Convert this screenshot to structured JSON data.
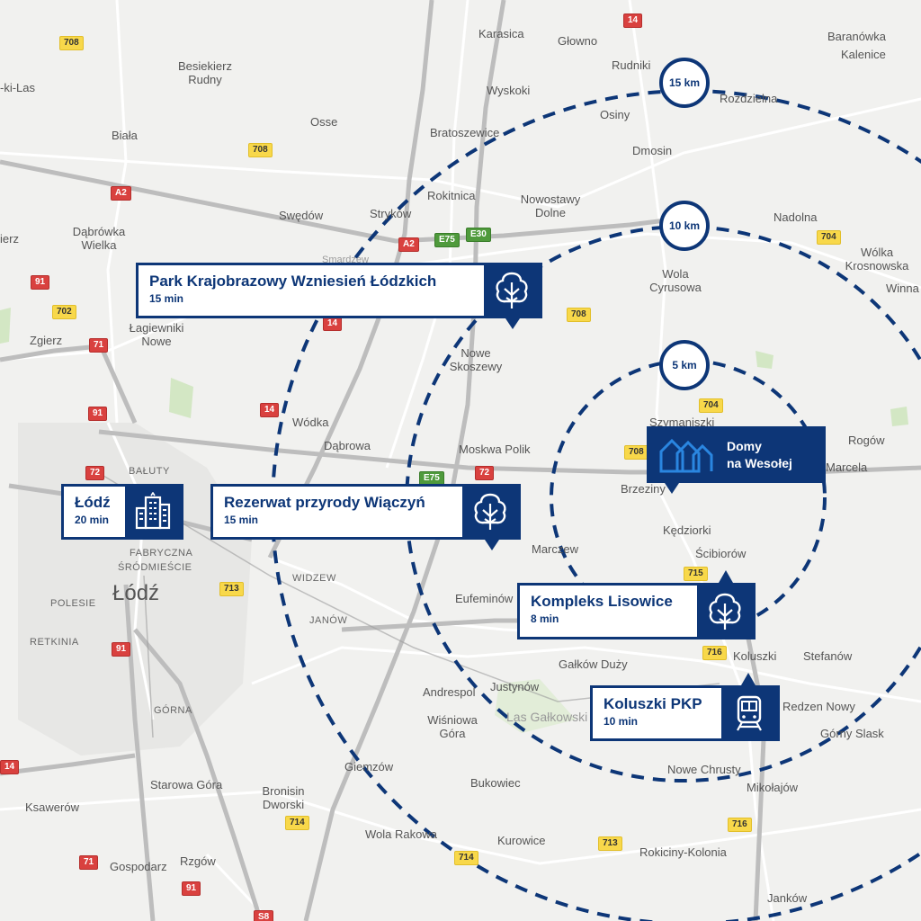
{
  "map": {
    "accent_color": "#0d3677",
    "radius_color": "#0d3677",
    "radii": [
      "15 km",
      "10 km",
      "5 km"
    ],
    "home": {
      "line1": "Domy",
      "line2": "na Wesołej",
      "icon": "houses-logo-icon"
    },
    "pois": [
      {
        "title": "Park Krajobrazowy Wzniesień Łódzkich",
        "time": "15 min",
        "icon": "tree-icon"
      },
      {
        "title": "Rezerwat przyrody Wiączyń",
        "time": "15 min",
        "icon": "tree-icon"
      },
      {
        "title": "Łódź",
        "time": "20 min",
        "icon": "city-buildings-icon"
      },
      {
        "title": "Kompleks Lisowice",
        "time": "8 min",
        "icon": "tree-icon"
      },
      {
        "title": "Koluszki PKP",
        "time": "10 min",
        "icon": "train-icon"
      }
    ],
    "places": [
      "Karasica",
      "Głowno",
      "Baranówka",
      "Kalenice",
      "Besiekierz Rudny",
      "Rudniki",
      "Rozdzielna",
      "Wyskoki",
      "Osiny",
      "Osse",
      "Biała",
      "Bratoszewice",
      "Dmosin",
      "Nowostawy Dolne",
      "Rokitnica",
      "Swędów",
      "Stryków",
      "Nadolna",
      "Dąbrówka Wielka",
      "Wólka Krosnowska",
      "Winna",
      "Wola Cyrusowa",
      "Smardzew",
      "Zgierz",
      "Łagiewniki Nowe",
      "Nowe Skoszewy",
      "Wódka",
      "Dąbrowa",
      "Szymaniszki",
      "Rogów",
      "Moskwa Polik",
      "Brzeziny",
      "Marcela",
      "Kędziorki",
      "Marczew",
      "Ścibiorów",
      "Eufeminów",
      "Koluszki",
      "Stefanów",
      "Gałków Duży",
      "Justynów",
      "Andrespol",
      "Las Gałkowski",
      "Redzen Nowy",
      "Wiśniowa Góra",
      "Górny Slask",
      "Giemzów",
      "Nowe Chrusty",
      "Bukowiec",
      "Mikołajów",
      "Starowa Góra",
      "Bronisin Dworski",
      "Ksawerów",
      "Wola Rakowa",
      "Kurowice",
      "Rokiciny-Kolonia",
      "Rzgów",
      "Gospodarz",
      "Janków",
      "Łódź",
      "-ki-Las",
      "ierz"
    ],
    "districts": [
      "BAŁUTY",
      "FABRYCZNA",
      "ŚRÓDMIEŚCIE",
      "WIDZEW",
      "POLESIE",
      "JANÓW",
      "RETKINIA",
      "GÓRNA"
    ],
    "road_labels": {
      "yellow": [
        "708",
        "708",
        "702",
        "708",
        "704",
        "704",
        "708",
        "713",
        "715",
        "716",
        "714",
        "714",
        "713",
        "716"
      ],
      "red": [
        "14",
        "A2",
        "A2",
        "91",
        "71",
        "14",
        "14",
        "91",
        "72",
        "72",
        "91",
        "14",
        "71",
        "91",
        "S8"
      ],
      "green": [
        "E75",
        "E30",
        "E75"
      ]
    }
  }
}
